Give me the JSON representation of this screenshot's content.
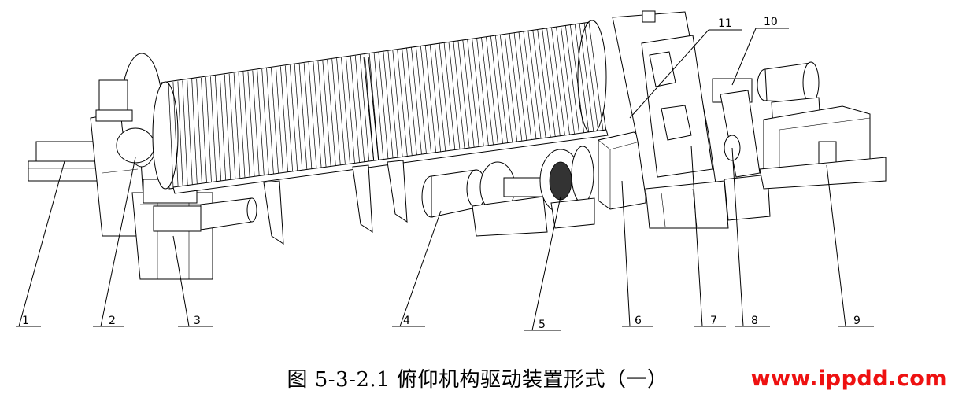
{
  "callouts": [
    "1",
    "2",
    "3",
    "4",
    "5",
    "6",
    "7",
    "8",
    "9",
    "10",
    "11"
  ],
  "caption": "图 5-3-2.1 俯仰机构驱动装置形式（一）",
  "watermark": "www.ippdd.com"
}
